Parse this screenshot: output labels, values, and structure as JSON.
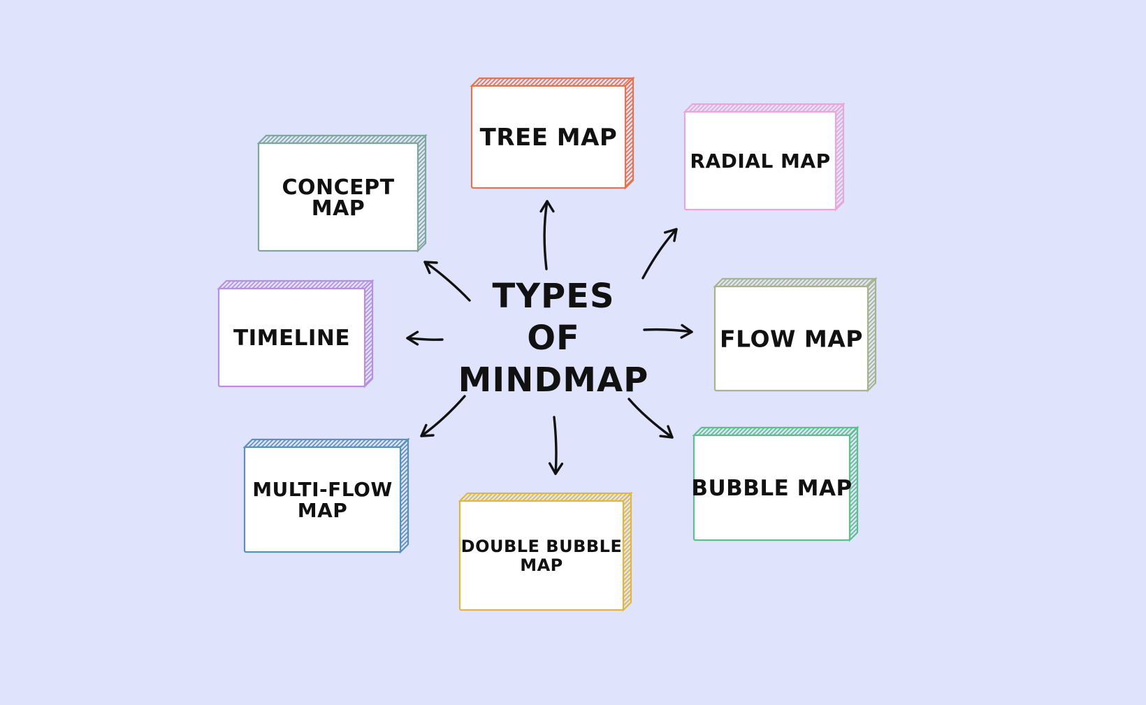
{
  "colors": {
    "background": "#dfe3fc",
    "arrow": "#111111",
    "text": "#111111"
  },
  "center": {
    "lines": [
      "TYPES",
      "OF",
      "MINDMAP"
    ]
  },
  "nodes": [
    {
      "id": "tree-map",
      "lines": [
        "TREE MAP"
      ],
      "color": "#e8734a"
    },
    {
      "id": "radial-map",
      "lines": [
        "RADIAL MAP"
      ],
      "color": "#e9a6d8"
    },
    {
      "id": "concept-map",
      "lines": [
        "CONCEPT",
        "MAP"
      ],
      "color": "#7fa89a"
    },
    {
      "id": "timeline",
      "lines": [
        "TIMELINE"
      ],
      "color": "#b98fe0"
    },
    {
      "id": "flow-map",
      "lines": [
        "FLOW MAP"
      ],
      "color": "#a7b48a"
    },
    {
      "id": "multi-flow-map",
      "lines": [
        "MULTI-FLOW",
        "MAP"
      ],
      "color": "#5b90b8"
    },
    {
      "id": "double-bubble-map",
      "lines": [
        "DOUBLE BUBBLE",
        "MAP"
      ],
      "color": "#e0b840"
    },
    {
      "id": "bubble-map",
      "lines": [
        "BUBBLE MAP"
      ],
      "color": "#5cc08a"
    }
  ]
}
